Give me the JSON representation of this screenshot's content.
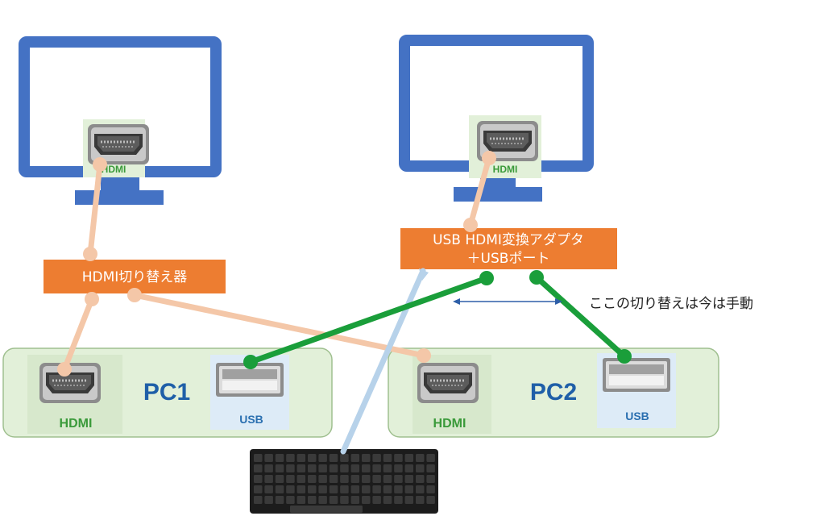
{
  "monitor_left": {
    "port_label": "HDMI"
  },
  "monitor_right": {
    "port_label": "HDMI"
  },
  "hdmi_switcher": {
    "label": "HDMI切り替え器"
  },
  "usb_adapter": {
    "line1": "USB HDMI変換アダプタ",
    "line2": "＋USBポート"
  },
  "pc1": {
    "name": "PC1",
    "hdmi_label": "HDMI",
    "usb_label": "USB"
  },
  "pc2": {
    "name": "PC2",
    "hdmi_label": "HDMI",
    "usb_label": "USB"
  },
  "note": {
    "text": "ここの切り替えは今は手動"
  },
  "colors": {
    "monitor": "#4472c4",
    "orange_box": "#ed7d31",
    "hdmi_cable": "#f4c7a8",
    "usb_cable": "#1a9e3a",
    "keyboard_cable": "#b7d2ea",
    "pc_panel": "#e2f0d9",
    "usb_port_bg": "#ddebf7"
  },
  "icons": {
    "monitor": "monitor-icon",
    "hdmi_port": "hdmi-port-icon",
    "usb_port": "usb-port-icon",
    "keyboard": "keyboard-icon",
    "switch_arrow": "double-arrow-icon"
  }
}
